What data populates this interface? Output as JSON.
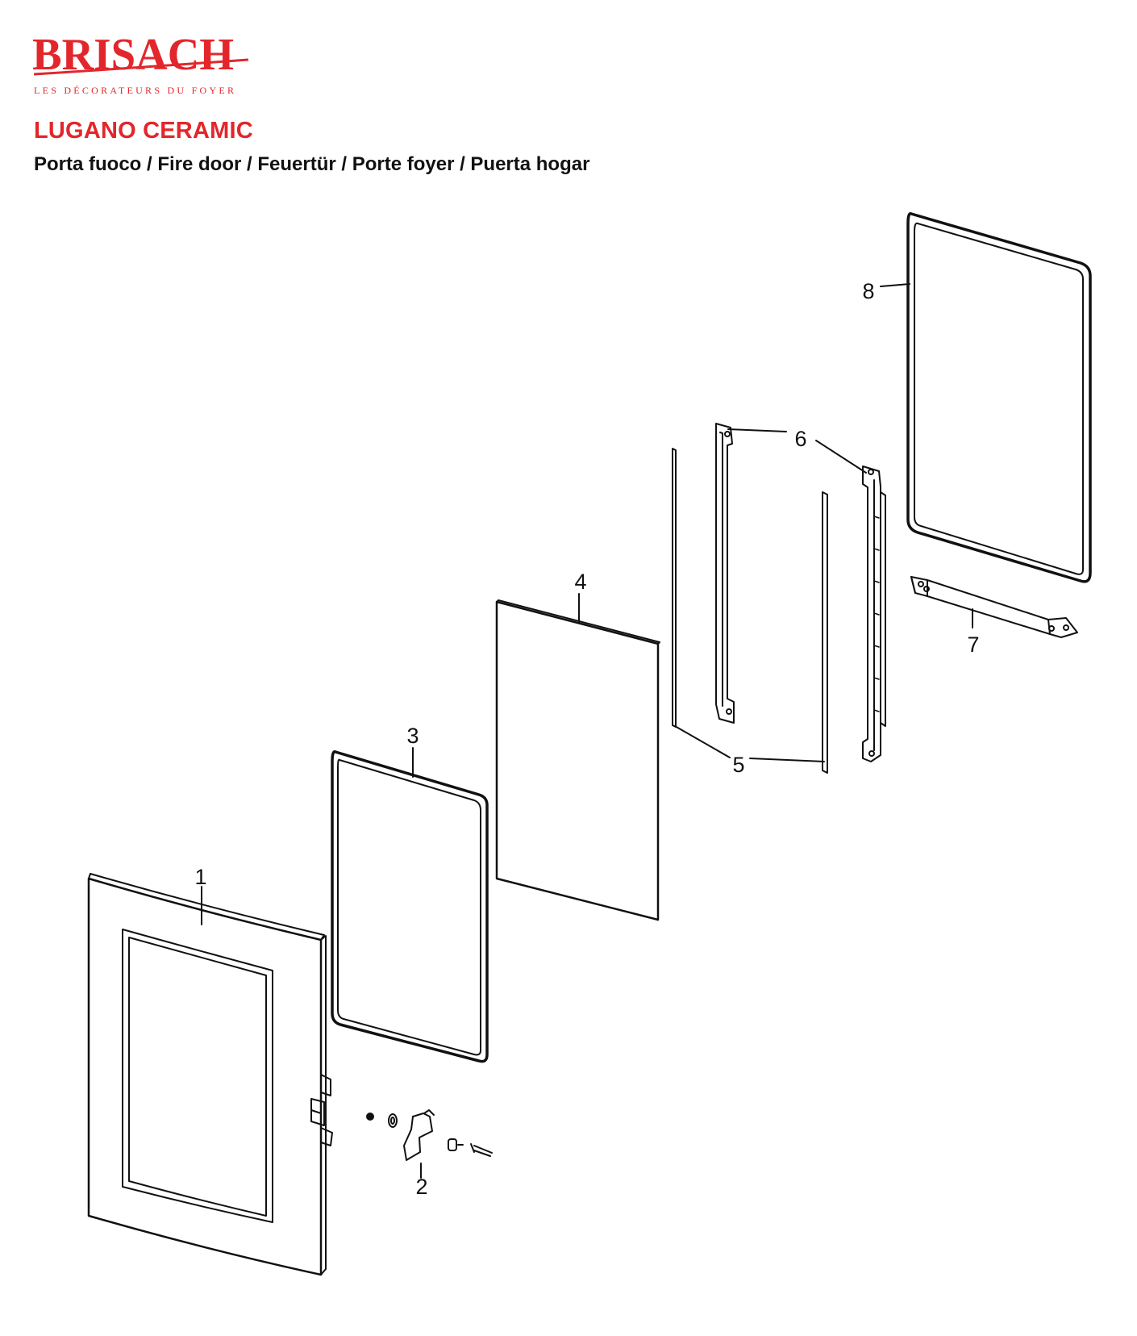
{
  "brand": {
    "wordmark": "BRISACH",
    "tagline": "LES DÉCORATEURS DU FOYER",
    "color": "#e3262b"
  },
  "product_title": "LUGANO CERAMIC",
  "subtitle": "Porta fuoco / Fire door / Feuertür / Porte foyer / Puerta hogar",
  "callouts": {
    "part_1": "1",
    "part_2": "2",
    "part_3": "3",
    "part_4": "4",
    "part_5": "5",
    "part_6": "6",
    "part_7": "7",
    "part_8": "8"
  },
  "colors": {
    "ink": "#111111",
    "paper": "#ffffff"
  }
}
